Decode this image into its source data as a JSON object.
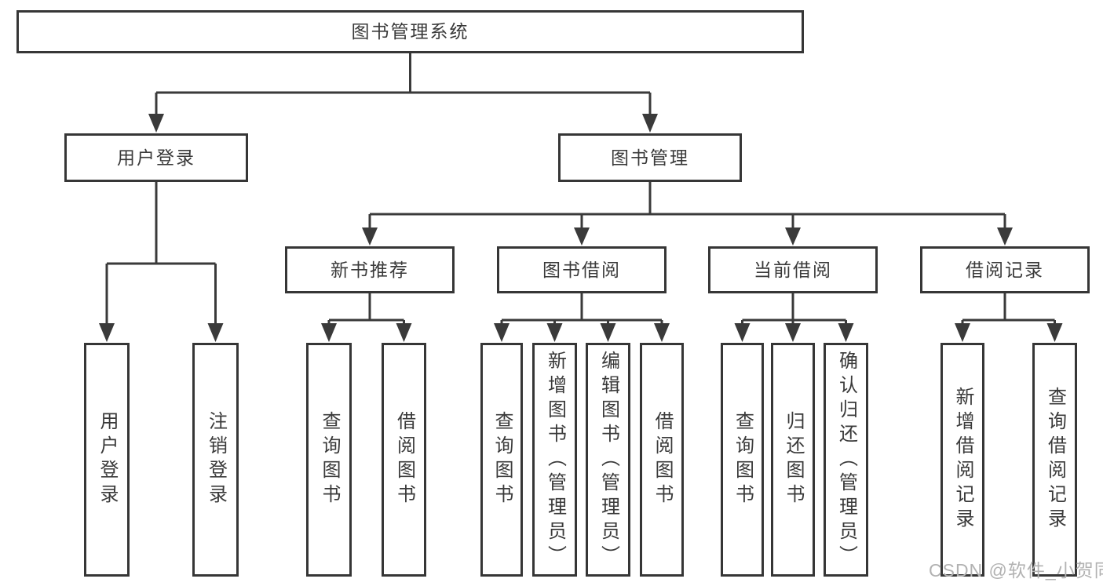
{
  "diagram": {
    "root": "图书管理系统",
    "level2": [
      {
        "label": "用户登录",
        "children": [
          "用户登录",
          "注销登录"
        ]
      },
      {
        "label": "图书管理",
        "children": [
          {
            "label": "新书推荐",
            "children": [
              "查询图书",
              "借阅图书"
            ]
          },
          {
            "label": "图书借阅",
            "children": [
              "查询图书",
              "新增图书（管理员）",
              "编辑图书（管理员）",
              "借阅图书"
            ]
          },
          {
            "label": "当前借阅",
            "children": [
              "查询图书",
              "归还图书",
              "确认归还（管理员）"
            ]
          },
          {
            "label": "借阅记录",
            "children": [
              "新增借阅记录",
              "查询借阅记录"
            ]
          }
        ]
      }
    ]
  },
  "watermark": "CSDN @软件_小贺同学",
  "colors": {
    "line": "#3a3a3a",
    "border": "#363636",
    "text": "#3a3a3a",
    "watermark": "#b2b2b2",
    "background": "#ffffff"
  }
}
